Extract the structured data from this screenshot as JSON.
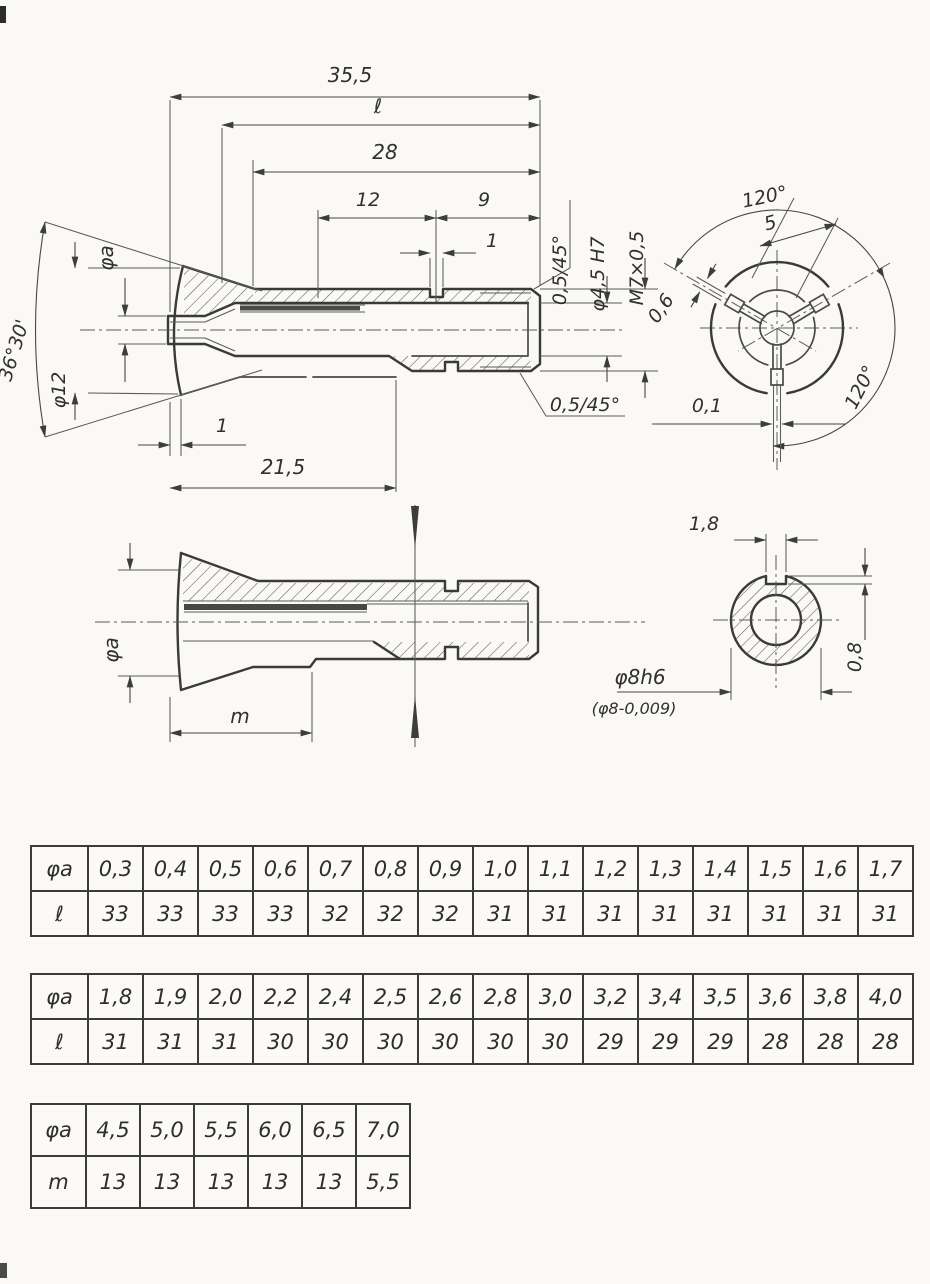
{
  "drawing": {
    "side_view": {
      "dims": {
        "overall_length": "35,5",
        "var_length": "ℓ",
        "len_28": "28",
        "len_12": "12",
        "len_9": "9",
        "notch_width": "1",
        "nose_offset": "1",
        "slot_length": "21,5"
      },
      "labels": {
        "chamfer_right": "0,5/45°",
        "bore": "φ4,5 H7",
        "thread": "M7×0,5",
        "chamfer_lower": "0,5/45°",
        "cone_angle": "36°30'",
        "phi_a": "φa",
        "phi_12": "φ12"
      }
    },
    "front_view": {
      "labels": {
        "angle_top": "120°",
        "angle_right": "120°",
        "key_width": "5",
        "slit_width": "0,6",
        "gap_width": "0,1"
      }
    },
    "bottom_view": {
      "labels": {
        "phi_a": "φa",
        "len_m": "m"
      }
    },
    "section_view": {
      "labels": {
        "key_width": "1,8",
        "key_depth": "0,8",
        "shank_dia": "φ8h6",
        "shank_tol": "(φ8-0,009)"
      }
    }
  },
  "tables": [
    {
      "rows": [
        {
          "header": "φa",
          "values": [
            "0,3",
            "0,4",
            "0,5",
            "0,6",
            "0,7",
            "0,8",
            "0,9",
            "1,0",
            "1,1",
            "1,2",
            "1,3",
            "1,4",
            "1,5",
            "1,6",
            "1,7"
          ]
        },
        {
          "header": "ℓ",
          "values": [
            "33",
            "33",
            "33",
            "33",
            "32",
            "32",
            "32",
            "31",
            "31",
            "31",
            "31",
            "31",
            "31",
            "31",
            "31"
          ]
        }
      ]
    },
    {
      "rows": [
        {
          "header": "φa",
          "values": [
            "1,8",
            "1,9",
            "2,0",
            "2,2",
            "2,4",
            "2,5",
            "2,6",
            "2,8",
            "3,0",
            "3,2",
            "3,4",
            "3,5",
            "3,6",
            "3,8",
            "4,0"
          ]
        },
        {
          "header": "ℓ",
          "values": [
            "31",
            "31",
            "31",
            "30",
            "30",
            "30",
            "30",
            "30",
            "30",
            "29",
            "29",
            "29",
            "28",
            "28",
            "28"
          ]
        }
      ]
    },
    {
      "rows": [
        {
          "header": "φa",
          "values": [
            "4,5",
            "5,0",
            "5,5",
            "6,0",
            "6,5",
            "7,0"
          ]
        },
        {
          "header": "m",
          "values": [
            "13",
            "13",
            "13",
            "13",
            "13",
            "5,5"
          ]
        }
      ]
    }
  ]
}
